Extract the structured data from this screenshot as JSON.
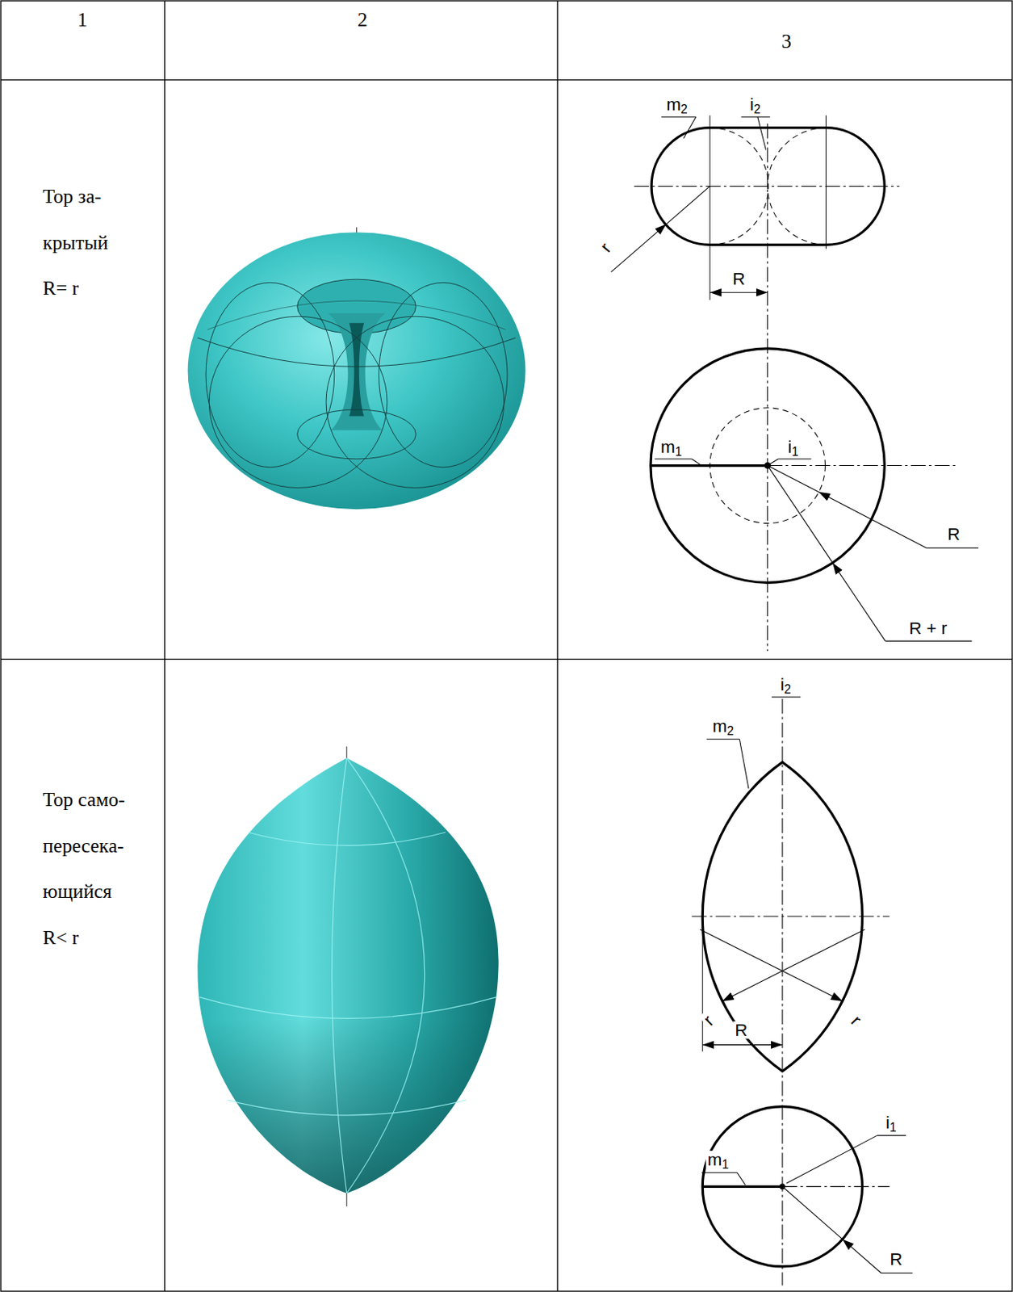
{
  "diagram": {
    "labels": [
      "1",
      "2",
      "3",
      "Тор за- крытый",
      "R= r",
      "m2",
      "i2",
      "r",
      "R",
      "m1",
      "i1",
      "R",
      "R + r",
      "Тор само- пересека- ющийся",
      "R< r",
      "i2",
      "m2",
      "r",
      "r",
      "R",
      "m1",
      "i1",
      "R"
    ]
  }
}
